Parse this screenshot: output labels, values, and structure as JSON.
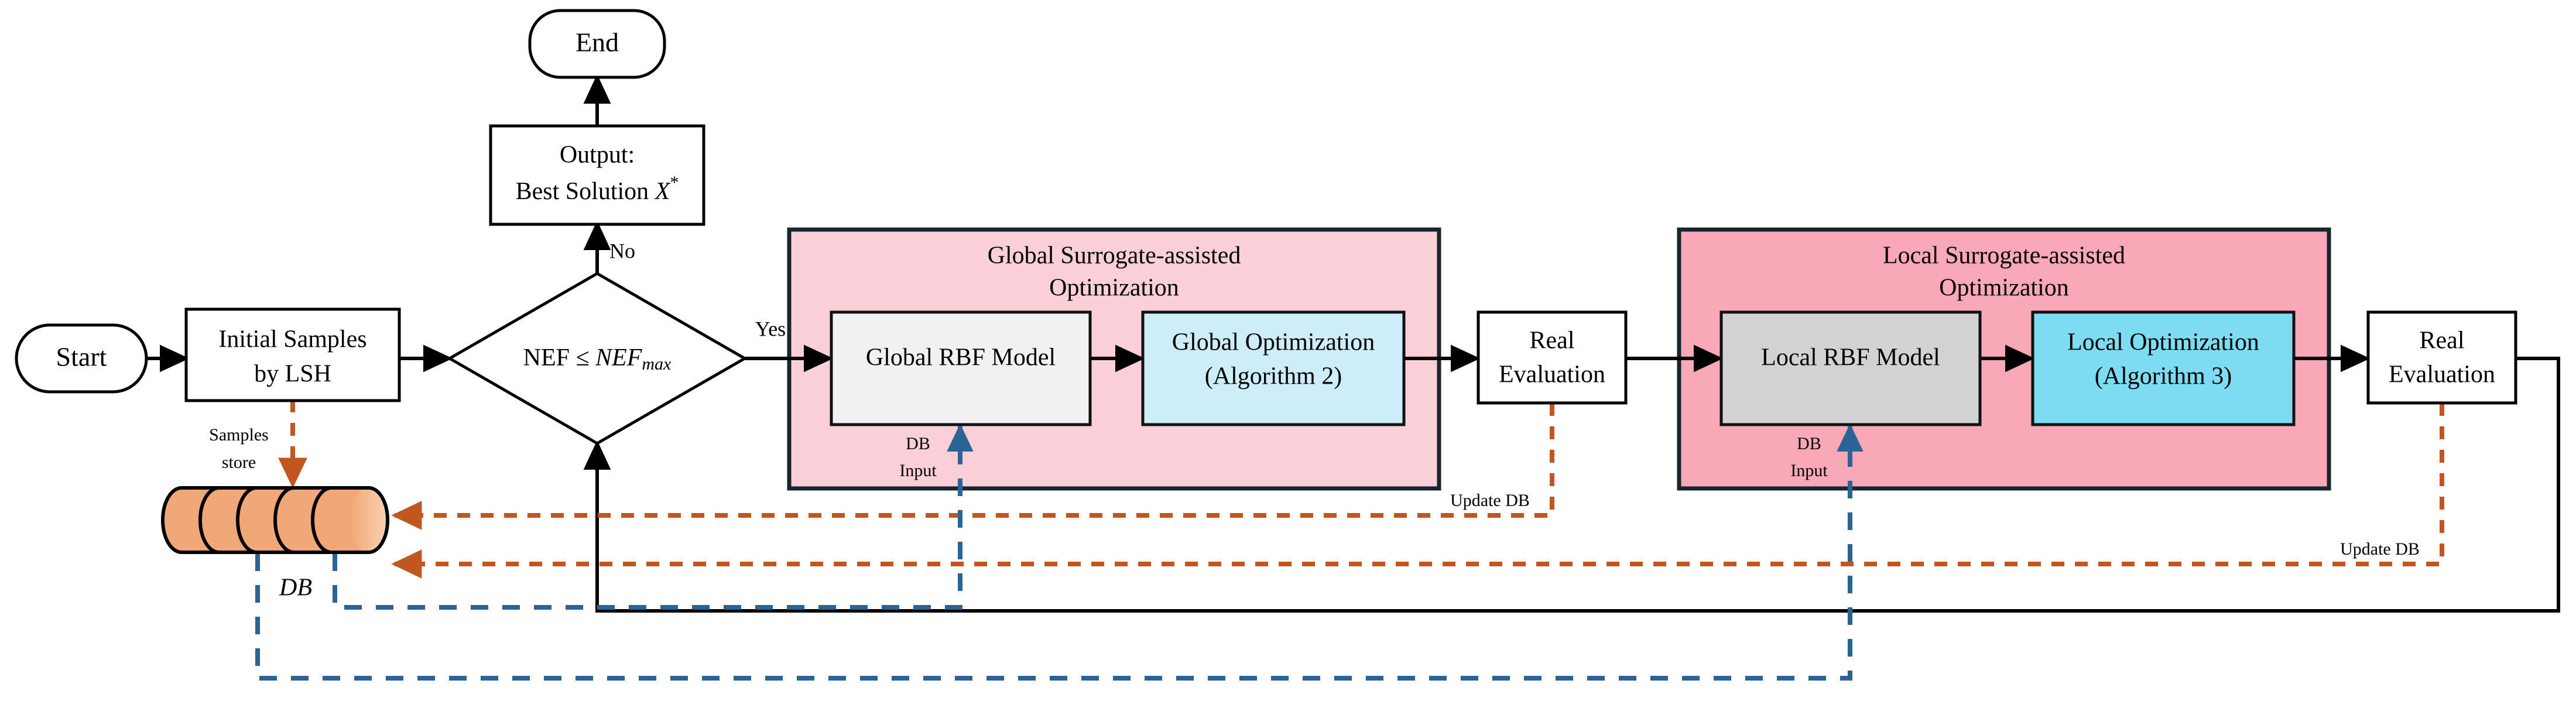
{
  "diagram": {
    "title": "Surrogate-assisted Optimization Framework Flowchart",
    "type": "flowchart"
  },
  "nodes": {
    "start": {
      "label": "Start",
      "shape": "rounded-terminal"
    },
    "initial_samples": {
      "line1": "Initial Samples",
      "line2": "by LSH",
      "shape": "process"
    },
    "decision": {
      "prefix": "NEF ≤ ",
      "italic": "NEF",
      "subscript": "max",
      "shape": "decision"
    },
    "output": {
      "line1": "Output:",
      "line2_prefix": "Best Solution ",
      "line2_italic": "X",
      "line2_sup": "*",
      "shape": "process"
    },
    "end": {
      "label": "End",
      "shape": "rounded-terminal"
    },
    "global_panel": {
      "line1": "Global Surrogate-assisted",
      "line2": "Optimization"
    },
    "global_rbf": {
      "label": "Global RBF Model"
    },
    "global_opt": {
      "line1": "Global Optimization",
      "line2": "(Algorithm 2)"
    },
    "real_eval_1": {
      "line1": "Real",
      "line2": "Evaluation"
    },
    "local_panel": {
      "line1": "Local Surrogate-assisted",
      "line2": "Optimization"
    },
    "local_rbf": {
      "label": "Local RBF Model"
    },
    "local_opt": {
      "line1": "Local Optimization",
      "line2": "(Algorithm 3)"
    },
    "real_eval_2": {
      "line1": "Real",
      "line2": "Evaluation"
    },
    "database": {
      "label": "DB",
      "shape": "cylinder"
    }
  },
  "edge_labels": {
    "decision_no": "No",
    "decision_yes": "Yes",
    "samples_store_1": "Samples",
    "samples_store_2": "store",
    "db_input_global_1": "DB",
    "db_input_global_2": "Input",
    "db_input_local_1": "DB",
    "db_input_local_2": "Input",
    "update_db_1": "Update DB",
    "update_db_2": "Update DB"
  },
  "colors": {
    "global_panel_fill": "#fbcfd8",
    "local_panel_fill": "#f9a8b8",
    "panel_border": "#16242e",
    "global_rbf_fill": "#f1f1f1",
    "local_rbf_fill": "#d2d2d2",
    "global_opt_fill": "#cdeef8",
    "local_opt_fill": "#7ddcf2",
    "db_body_fill": "#f0a878",
    "db_cap_fill": "#f8c6a4",
    "orange_dashed": "#c1561f",
    "blue_dashed": "#2a6496",
    "line_black": "#000000",
    "box_white": "#ffffff"
  }
}
